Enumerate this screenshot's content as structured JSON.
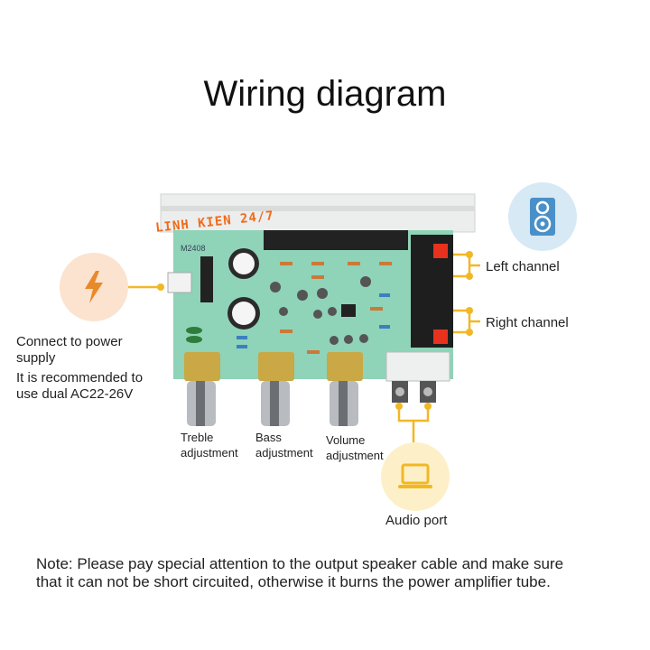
{
  "title": "Wiring diagram",
  "watermark": "LINH KIEN 24/7",
  "board_marking": "M2408",
  "power": {
    "line1": "Connect to power",
    "line2": "supply",
    "line3": "It is recommended to",
    "line4": "use dual AC22-26V",
    "icon": "lightning-bolt-icon"
  },
  "speaker": {
    "icon": "speaker-icon",
    "left": "Left channel",
    "right": "Right channel"
  },
  "knobs": [
    {
      "line1": "Treble",
      "line2": "adjustment"
    },
    {
      "line1": "Bass",
      "line2": "adjustment"
    },
    {
      "line1": "Volume",
      "line2": "adjustment"
    }
  ],
  "audio": {
    "label": "Audio port",
    "icon": "laptop-icon"
  },
  "note": {
    "line1": "Note: Please pay special attention to the output speaker cable and make sure",
    "line2": "that it can not be short circuited, otherwise it burns the power amplifier tube."
  },
  "colors": {
    "wire": "#f2b824",
    "power_bg": "#fbe3cf",
    "bolt": "#e8892a",
    "speaker_bg": "#d6e9f5",
    "speaker_icon": "#4a90c8",
    "audio_bg": "#fdf0c8",
    "pcb": "#8fd3b8",
    "watermark": "#f26a1b"
  }
}
